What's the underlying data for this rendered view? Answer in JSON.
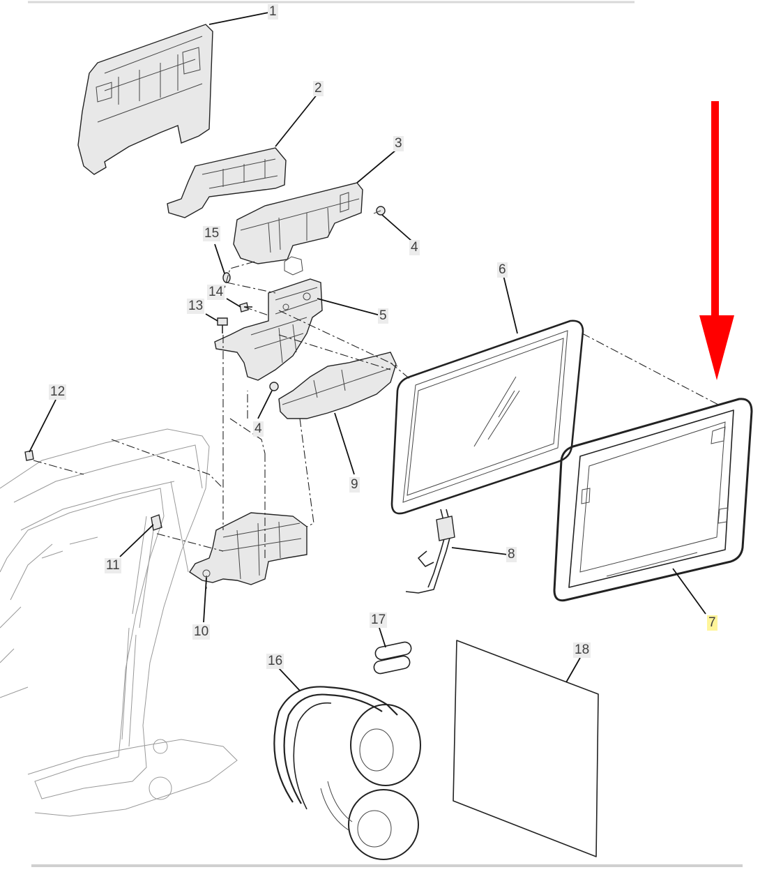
{
  "callouts": [
    "1",
    "2",
    "3",
    "4",
    "5",
    "6",
    "7",
    "8",
    "9",
    "10",
    "11",
    "12",
    "13",
    "14",
    "15",
    "16",
    "17",
    "18",
    "4"
  ],
  "highlighted_callout": "7",
  "arrow": {
    "color": "#ff0000",
    "direction": "down",
    "points_to": "7"
  }
}
